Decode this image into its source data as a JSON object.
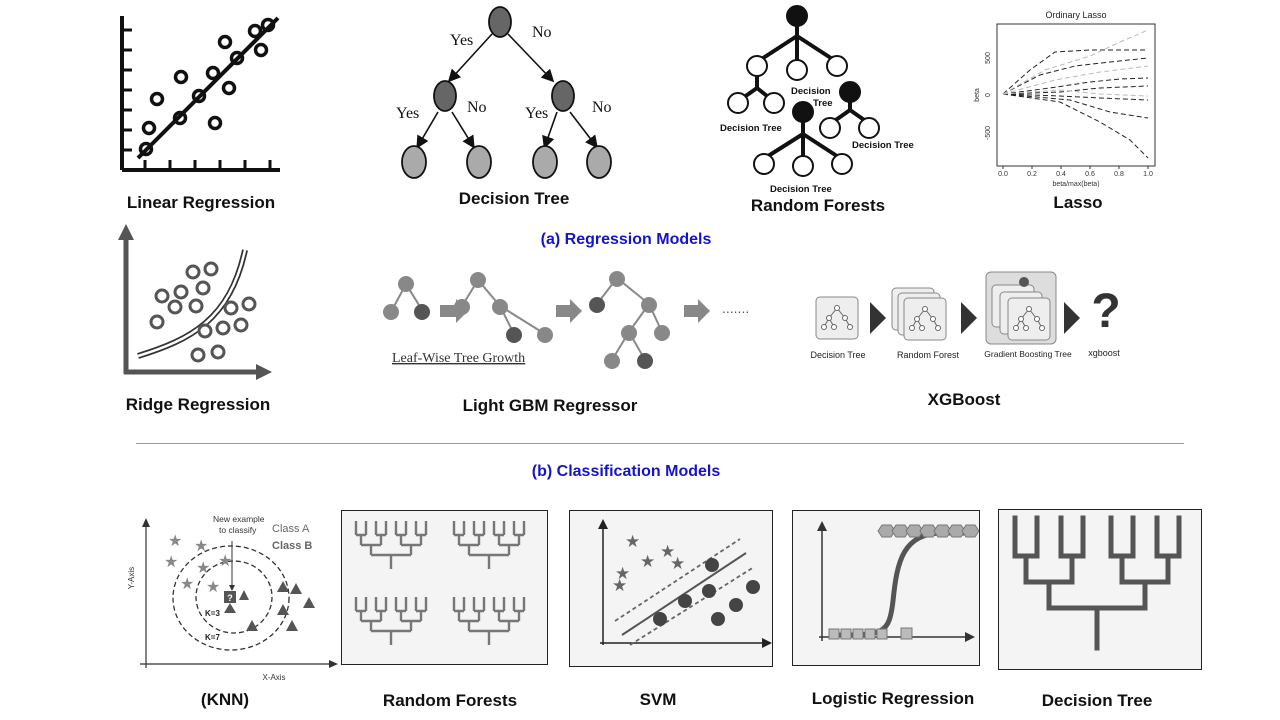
{
  "sections": {
    "regression": "(a) Regression Models",
    "classification": "(b) Classification Models"
  },
  "regression": {
    "linear": "Linear Regression",
    "decision_tree": "Decision Tree",
    "random_forests": "Random Forests",
    "lasso": "Lasso",
    "ridge": "Ridge Regression",
    "lightgbm": "Light GBM Regressor",
    "xgboost": "XGBoost"
  },
  "classification": {
    "knn": "(KNN)",
    "random_forests": "Random Forests",
    "svm": "SVM",
    "logistic": "Logistic Regression",
    "decision_tree": "Decision Tree"
  },
  "decision_tree_diagram": {
    "yes": "Yes",
    "no": "No"
  },
  "random_forest_diagram": {
    "tree_label": "Decision Tree",
    "tree_label_top": "Decision",
    "tree_label_bottom": "Tree"
  },
  "lasso_chart": {
    "title": "Ordinary Lasso",
    "ylabel": "beta",
    "xlabel": "beta/max(beta)",
    "xticks": [
      "0.0",
      "0.2",
      "0.4",
      "0.6",
      "0.8",
      "1.0"
    ],
    "yticks": [
      "500",
      "0",
      "-500"
    ]
  },
  "lightgbm_diagram": {
    "caption": "Leaf-Wise Tree Growth",
    "ellipsis": "......."
  },
  "xgboost_diagram": {
    "steps": [
      "Decision Tree",
      "Random Forest",
      "Gradient Boosting Tree",
      "xgboost"
    ],
    "question": "?"
  },
  "knn_diagram": {
    "y_axis": "Y-Axis",
    "x_axis": "X-Axis",
    "new_example_1": "New example",
    "new_example_2": "to classify",
    "class_a": "Class A",
    "class_b": "Class B",
    "k3": "K=3",
    "k7": "K=7",
    "query": "?"
  }
}
